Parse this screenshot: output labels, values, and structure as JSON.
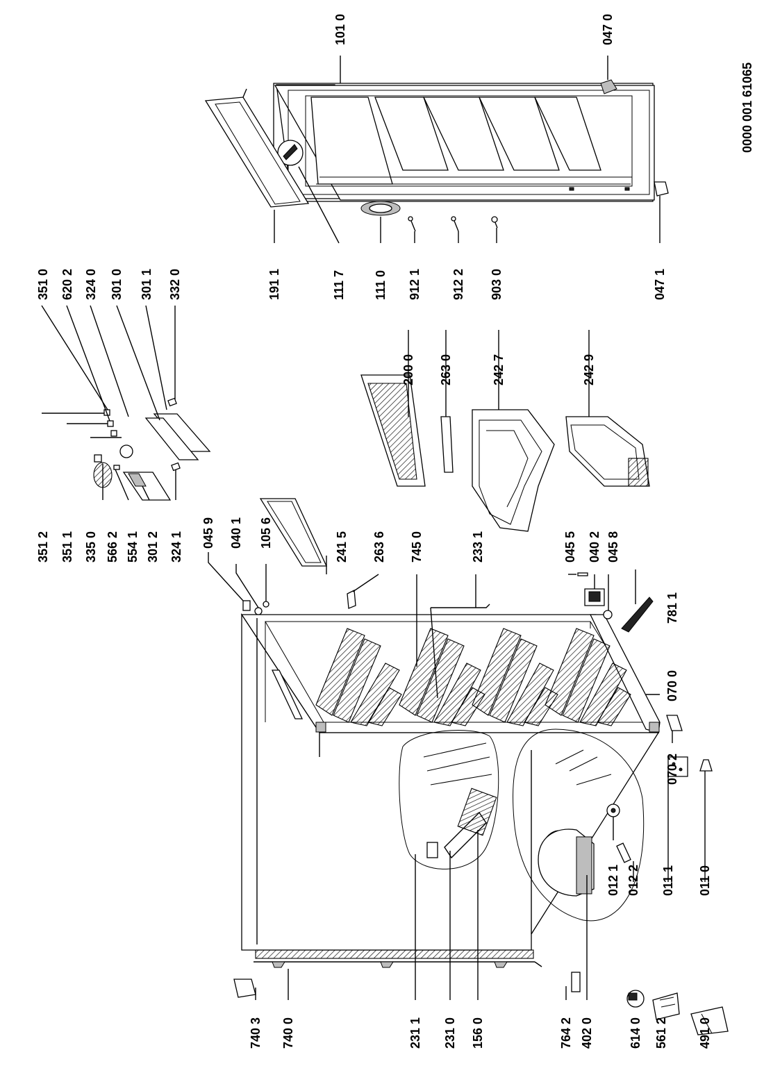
{
  "drawing_number": "0000 001 61065",
  "part_labels": [
    "740 3",
    "740 0",
    "231 1",
    "231 0",
    "156 0",
    "764 2",
    "402 0",
    "614 0",
    "561 2",
    "491 0",
    "012 1",
    "012 2",
    "011 1",
    "011 0",
    "070 2",
    "070 0",
    "781 1",
    "045 5",
    "040 2",
    "045 8",
    "233 1",
    "745 0",
    "263 6",
    "241 5",
    "045 9",
    "040 1",
    "105 6",
    "351 2",
    "351 1",
    "335 0",
    "566 2",
    "554 1",
    "301 2",
    "324 1",
    "351 0",
    "620 2",
    "324 0",
    "301 0",
    "301 1",
    "332 0",
    "200 0",
    "263 0",
    "242 7",
    "242 9",
    "191 1",
    "111 7",
    "111 0",
    "912 1",
    "912 2",
    "903 0",
    "047 1",
    "101 0",
    "047 0"
  ]
}
